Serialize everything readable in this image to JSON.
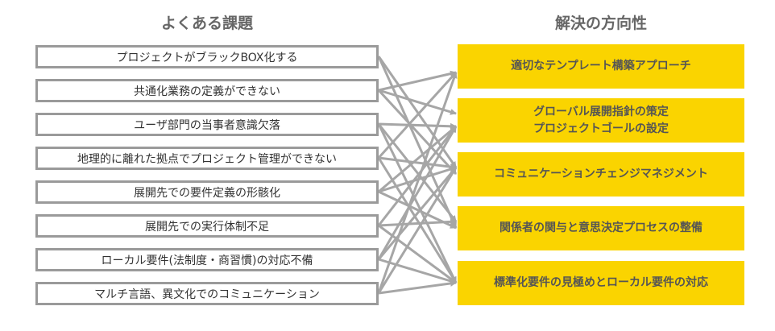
{
  "left_title": "よくある課題",
  "right_title": "解決の方向性",
  "issues": [
    "プロジェクトがブラックBOX化する",
    "共通化業務の定義ができない",
    "ユーザ部門の当事者意識欠落",
    "地理的に離れた拠点でプロジェクト管理ができない",
    "展開先での要件定義の形骸化",
    "展開先での実行体制不足",
    "ローカル要件(法制度・商習慣)の対応不備",
    "マルチ言語、異文化でのコミュニケーション"
  ],
  "solutions": [
    "適切なテンプレート構築アプローチ",
    "グローバル展開指針の策定\nプロジェクトゴールの設定",
    "コミュニケーションチェンジマネジメント",
    "関係者の関与と意思決定プロセスの整備",
    "標準化要件の見極めとローカル要件の対応"
  ],
  "connections": [
    [
      0,
      2
    ],
    [
      0,
      3
    ],
    [
      1,
      0
    ],
    [
      1,
      1
    ],
    [
      1,
      2
    ],
    [
      2,
      1
    ],
    [
      2,
      3
    ],
    [
      2,
      4
    ],
    [
      3,
      0
    ],
    [
      3,
      2
    ],
    [
      3,
      4
    ],
    [
      4,
      1
    ],
    [
      4,
      2
    ],
    [
      4,
      3
    ],
    [
      5,
      1
    ],
    [
      5,
      3
    ],
    [
      5,
      4
    ],
    [
      6,
      1
    ],
    [
      6,
      2
    ],
    [
      6,
      4
    ],
    [
      7,
      0
    ],
    [
      7,
      2
    ],
    [
      7,
      4
    ]
  ],
  "colors": {
    "arrow": "#a6a6a6",
    "solution_fill": "#fad400",
    "issue_border": "#9a9a9a"
  }
}
